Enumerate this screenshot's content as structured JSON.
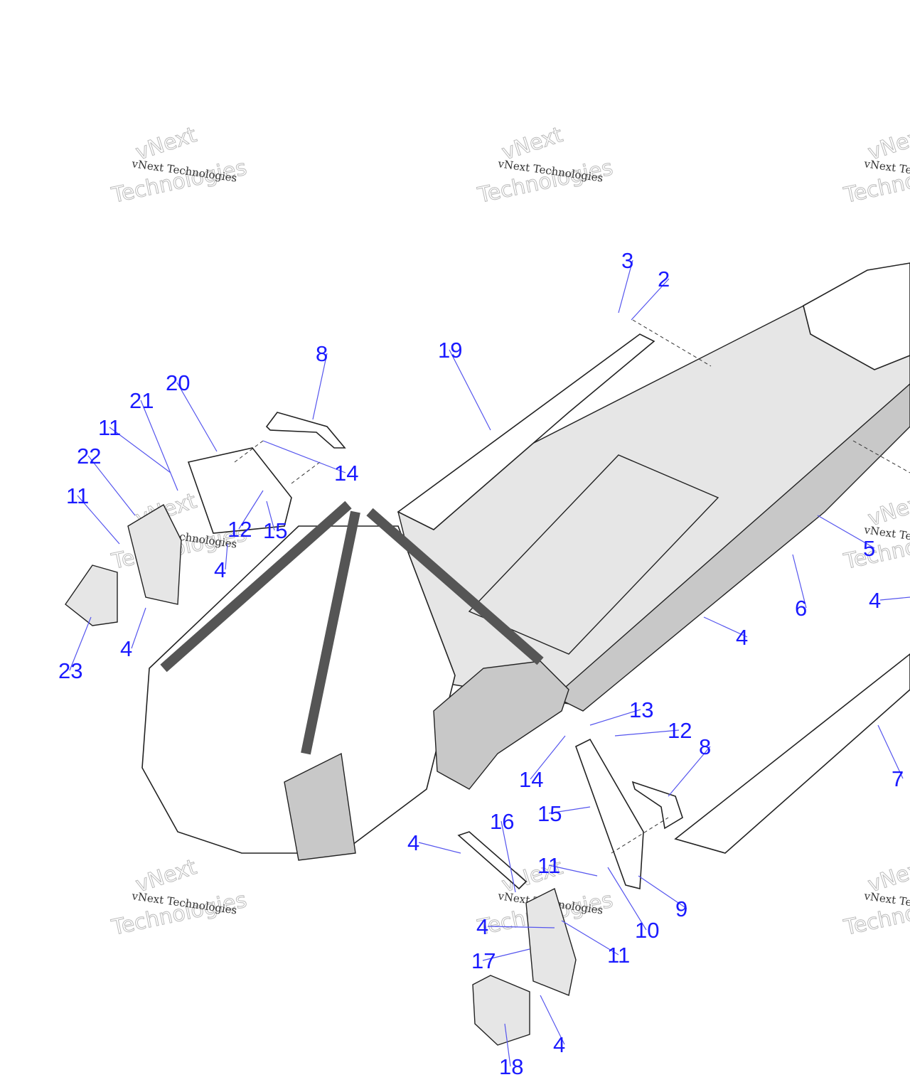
{
  "diagram": {
    "watermark": {
      "line1": "vNext Technologies",
      "big1": "vNext",
      "big2": "Technologies"
    },
    "callouts": [
      "3",
      "2",
      "8",
      "19",
      "20",
      "21",
      "11",
      "14",
      "22",
      "11",
      "12",
      "15",
      "4",
      "4",
      "23",
      "5",
      "6",
      "4",
      "4",
      "13",
      "12",
      "8",
      "14",
      "15",
      "7",
      "16",
      "4",
      "11",
      "9",
      "10",
      "4",
      "11",
      "17",
      "4",
      "18"
    ],
    "colors": {
      "callout": "#1a1aff",
      "leader": "#5555ee"
    }
  }
}
